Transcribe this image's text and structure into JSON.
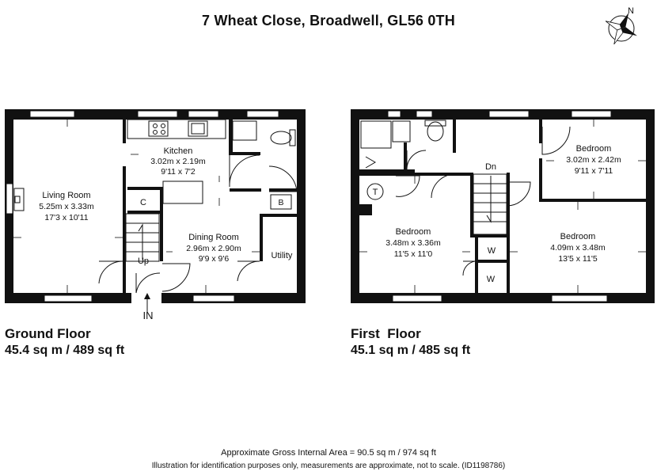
{
  "title": "7 Wheat Close, Broadwell, GL56 0TH",
  "compass_label": "N",
  "ground_floor": {
    "title": "Ground Floor",
    "area": "45.4 sq m / 489 sq ft",
    "rooms": {
      "living": {
        "name": "Living Room",
        "metric": "5.25m x 3.33m",
        "imperial": "17'3 x 10'11"
      },
      "kitchen": {
        "name": "Kitchen",
        "metric": "3.02m x 2.19m",
        "imperial": "9'11 x 7'2"
      },
      "dining": {
        "name": "Dining Room",
        "metric": "2.96m x 2.90m",
        "imperial": "9'9 x 9'6"
      },
      "utility": {
        "name": "Utility"
      },
      "cupboard": {
        "name": "C"
      },
      "boiler": {
        "name": "B"
      },
      "stairs": {
        "name": "Up"
      },
      "entrance": {
        "name": "IN"
      }
    }
  },
  "first_floor": {
    "title": "First  Floor",
    "area": "45.1 sq m / 485 sq ft",
    "rooms": {
      "bedroom1": {
        "name": "Bedroom",
        "metric": "3.02m x 2.42m",
        "imperial": "9'11 x 7'11"
      },
      "bedroom2": {
        "name": "Bedroom",
        "metric": "3.48m x 3.36m",
        "imperial": "11'5 x 11'0"
      },
      "bedroom3": {
        "name": "Bedroom",
        "metric": "4.09m x 3.48m",
        "imperial": "13'5 x 11'5"
      },
      "tank": {
        "name": "T"
      },
      "wardrobe1": {
        "name": "W"
      },
      "wardrobe2": {
        "name": "W"
      },
      "stairs": {
        "name": "Dn"
      }
    }
  },
  "footer": {
    "gross_area": "Approximate Gross Internal Area = 90.5 sq m / 974 sq ft",
    "disclaimer": "Illustration for identification purposes only, measurements are approximate, not to scale. (ID1198786)"
  }
}
